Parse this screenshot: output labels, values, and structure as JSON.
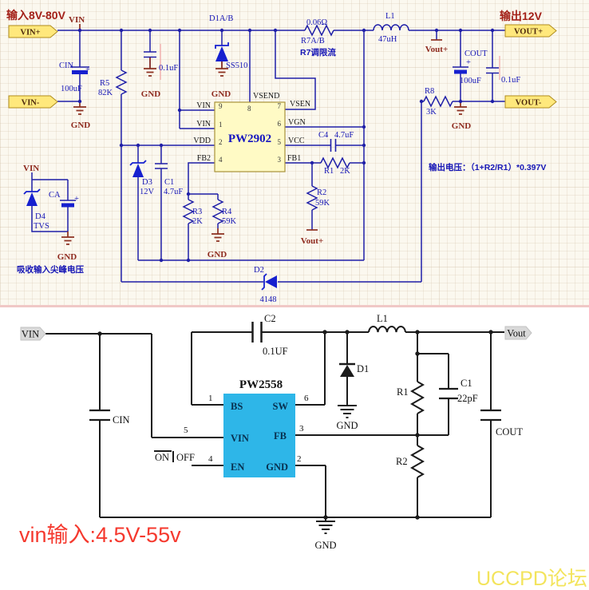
{
  "colors": {
    "top_wire": "#1f1fa8",
    "net_label_maroon": "#8e2a1e",
    "port_yellow": "#ffe87c",
    "ic_top_fill": "#fffac5",
    "ic_bottom_fill": "#2eb6e8",
    "label_blue": "#1515b5",
    "title_red": "#a32018",
    "note_red": "#f5392e",
    "watermark_yellow": "#f3e45c"
  },
  "t": {
    "in_title": "输入8V-80V",
    "out_title": "输出12V",
    "port_vin_p": "VIN+",
    "port_vin_m": "VIN-",
    "port_vout_p": "VOUT+",
    "port_vout_m": "VOUT-",
    "vin": "VIN",
    "gnd": "GND",
    "vout_net": "Vout+",
    "plus": "+",
    "cin": "CIN",
    "cin_v": "100uF",
    "c01": "0.1uF",
    "r5": "R5",
    "r5_v": "82K",
    "d1": "D1A/B",
    "d1_v": "SS510",
    "r7_v": "0.06Ω",
    "r7": "R7A/B",
    "r7_note": "R7调限流",
    "l1": "L1",
    "l1_v": "47uH",
    "cout": "COUT",
    "cout_v": "100uF",
    "cout01": "0.1uF",
    "r8": "R8",
    "r8_v": "3K",
    "ic": "PW2902",
    "p1": "1",
    "p2": "2",
    "p3": "3",
    "p4": "4",
    "p5": "5",
    "p6": "6",
    "p7": "7",
    "p8": "8",
    "p9": "9",
    "n_vin": "VIN",
    "n_vdd": "VDD",
    "n_fb2": "FB2",
    "n_vsend": "VSEND",
    "n_vsen": "VSEN",
    "n_vgn": "VGN",
    "n_vcc": "VCC",
    "n_fb1": "FB1",
    "d3": "D3",
    "d3_v": "12V",
    "c1": "C1",
    "c1_v": "4.7uF",
    "r3": "R3",
    "r3_v": "2K",
    "r4": "R4",
    "r4_v": "59K",
    "c4": "C4",
    "c4_v": "4.7uF",
    "r1": "R1",
    "r1_v": "2K",
    "r2": "R2",
    "r2_v": "59K",
    "d2": "D2",
    "d2_v": "4148",
    "d4": "D4",
    "d4_v": "TVS",
    "ca": "CA",
    "tvs_note": "吸收输入尖峰电压",
    "formula": "输出电压：（1+R2/R1）*0.397V"
  },
  "b": {
    "vin_flag": "VIN",
    "vout_flag": "Vout",
    "ic": "PW2558",
    "bs": "BS",
    "sw": "SW",
    "vin": "VIN",
    "fb": "FB",
    "en": "EN",
    "gnd_pin": "GND",
    "n1": "1",
    "n2": "2",
    "n3": "3",
    "n4": "4",
    "n5": "5",
    "n6": "6",
    "c2": "C2",
    "c2_v": "0.1UF",
    "l1": "L1",
    "d1": "D1",
    "r1": "R1",
    "c1": "C1",
    "c1_v": "22pF",
    "r2": "R2",
    "cin": "CIN",
    "cout": "COUT",
    "on": "ON",
    "off": "OFF",
    "gnd": "GND",
    "note": "vin输入:4.5V-55v"
  },
  "watermark": "UCCPD论坛"
}
